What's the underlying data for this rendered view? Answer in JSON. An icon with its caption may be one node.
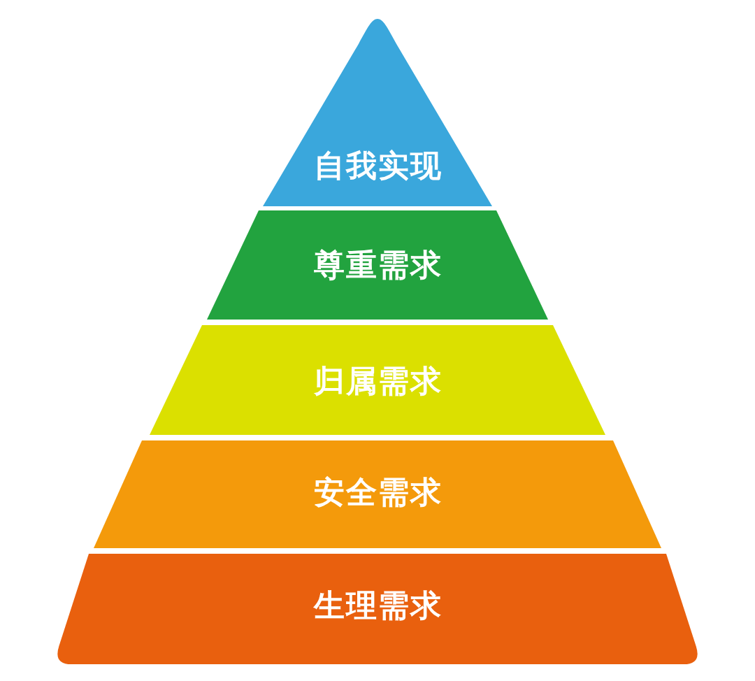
{
  "diagram": {
    "nodes": [
      {
        "text": [
          "自我实现"
        ]
      },
      {
        "text": [
          "尊重需求"
        ]
      },
      {
        "text": [
          "归属需求"
        ]
      },
      {
        "text": [
          "安全需求"
        ]
      },
      {
        "text": [
          "生理需求"
        ]
      }
    ]
  }
}
